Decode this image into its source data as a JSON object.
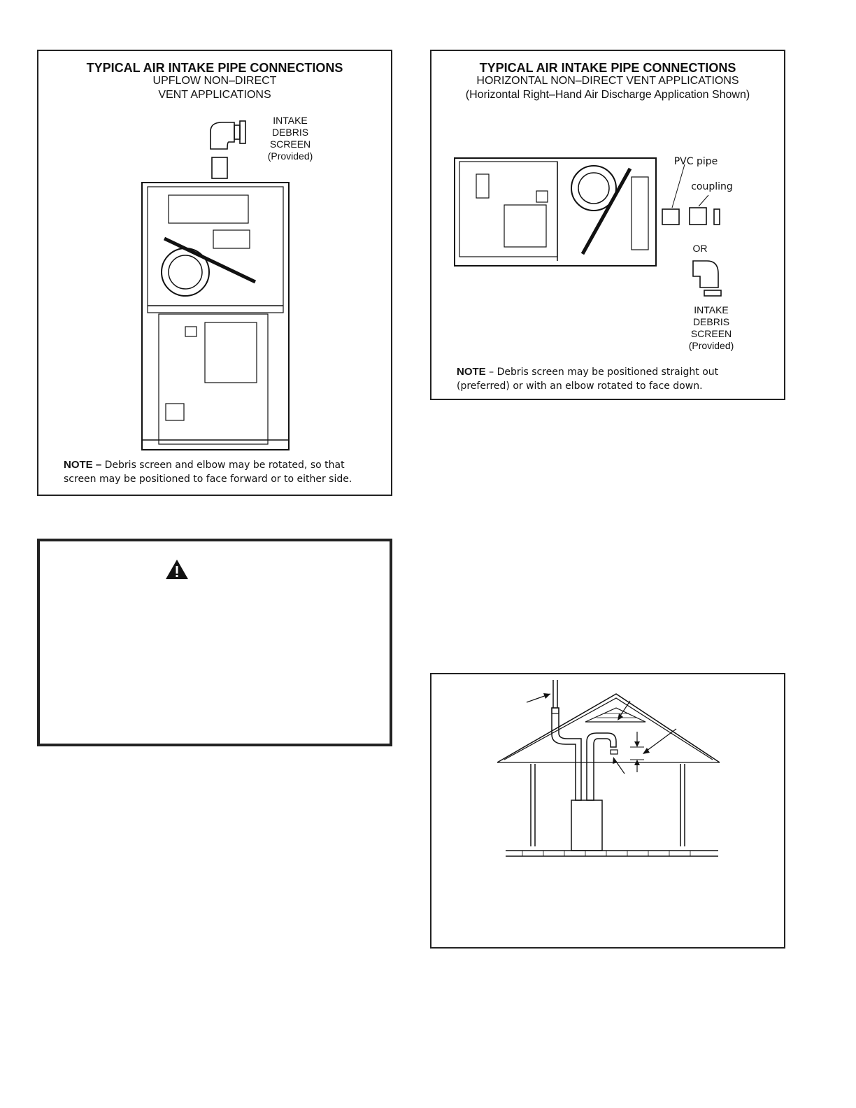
{
  "upflow": {
    "title": "TYPICAL AIR INTAKE PIPE CONNECTIONS",
    "subtitle_line1": "UPFLOW NON–DIRECT",
    "subtitle_line2": "VENT APPLICATIONS",
    "label_line1": "INTAKE",
    "label_line2": "DEBRIS",
    "label_line3": "SCREEN",
    "label_line4": "(Provided)",
    "note_bold": "NOTE –",
    "note_line1": " Debris screen and elbow may be rotated, so that",
    "note_line2": "screen may  be positioned to face forward or to either side."
  },
  "horizontal": {
    "title": "TYPICAL AIR INTAKE PIPE CONNECTIONS",
    "subtitle_line1": "HORIZONTAL NON–DIRECT VENT APPLICATIONS",
    "subtitle_line2": "(Horizontal Right–Hand Air Discharge Application Shown)",
    "pvc_label": "PVC pipe",
    "coupling_label": "coupling",
    "or_label": "OR",
    "label_line1": "INTAKE",
    "label_line2": "DEBRIS",
    "label_line3": "SCREEN",
    "label_line4": "(Provided)",
    "note_bold": "NOTE",
    "note_line1": " – Debris screen may be positioned straight out",
    "note_line2": "(preferred) or with an elbow rotated to face down."
  },
  "warning": {
    "icon": "warning-triangle-icon"
  },
  "attic": {}
}
